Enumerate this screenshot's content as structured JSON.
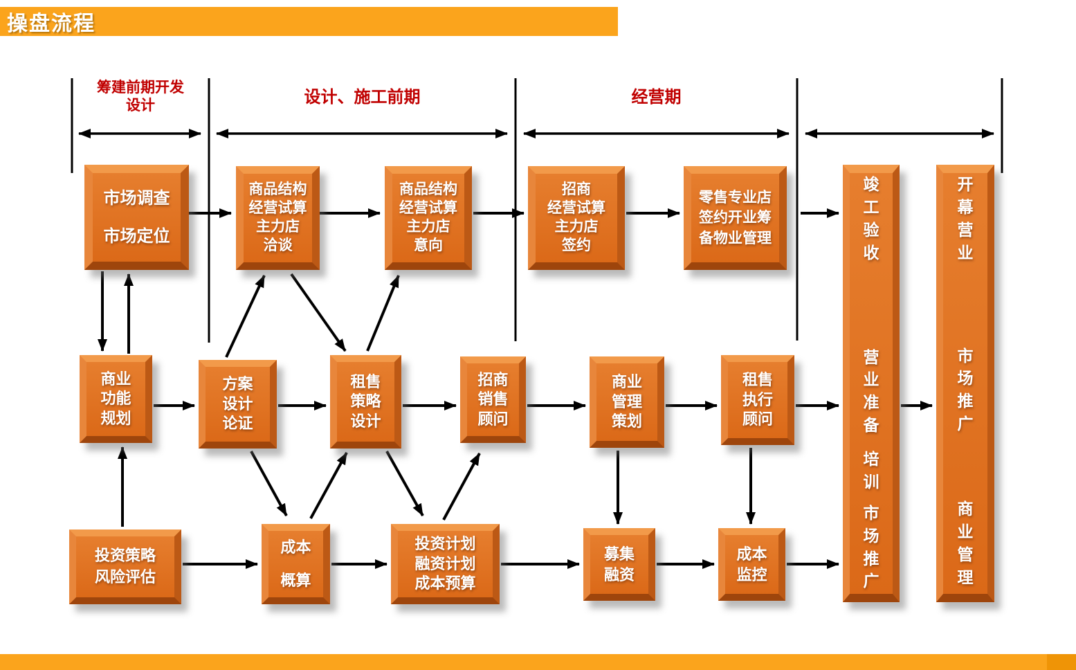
{
  "slide": {
    "title": "操盘流程"
  },
  "phases": {
    "p1": "筹建前期开发\n设计",
    "p2": "设计、施工前期",
    "p3": "经营期"
  },
  "boxes": {
    "b1": "市场调查\n市场定位",
    "b2": "商品结构\n经营试算\n主力店\n洽谈",
    "b3": "商品结构\n经营试算\n主力店\n意向",
    "b4": "招商\n经营试算\n主力店\n签约",
    "b5": "零售专业店\n签约开业筹\n备物业管理",
    "b6": "商业\n功能\n规划",
    "b7": "方案\n设计\n论证",
    "b8": "租售\n策略\n设计",
    "b9": "招商\n销售\n顾问",
    "b10": "商业\n管理\n策划",
    "b11": "租售\n执行\n顾问",
    "b12": "投资策略\n风险评估",
    "b13": "成本\n概算",
    "b14": "投资计划\n融资计划\n成本预算",
    "b15": "募集\n融资",
    "b16": "成本\n监控",
    "t1": [
      "竣工验收",
      "营业准备",
      "培训",
      "市场推广"
    ],
    "t2": [
      "开幕营业",
      "市场推广",
      "商业管理"
    ]
  },
  "colors": {
    "accent": "#FBA41C",
    "box-face": "#DB6918",
    "box-face-light": "#E67E2E",
    "bevel-top": "#F29A4A",
    "bevel-left": "#E8863B",
    "bevel-right": "#BC5915",
    "bevel-bottom": "#9E450C",
    "phase-red": "#C00000",
    "arrow": "#000000",
    "text": "#FFFFFF",
    "bar-cap": "#EF9406"
  }
}
